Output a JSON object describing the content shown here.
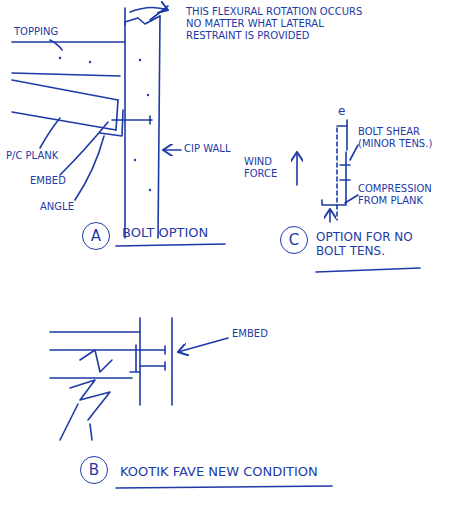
{
  "diagram": {
    "nodes": [
      {
        "text": [
          "A"
        ]
      },
      {
        "text": [
          "C"
        ]
      },
      {
        "text": [
          "B"
        ]
      }
    ],
    "labels": [
      "TOPPING",
      "THIS FLEXURAL ROTATION OCCURS NO MATTER WHAT LATERAL RESTRAINT IS PROVIDED",
      "CIP WALL",
      "P/C PLANK",
      "EMBED",
      "ANGLE",
      "BOLT OPTION",
      "e",
      "BOLT SHEAR (MINOR TENS.)",
      "WIND FORCE",
      "COMPRESSION FROM PLANK",
      "OPTION FOR NO BOLT TENS.",
      "EMBED",
      "KOOTIK FAVE NEW CONDITION"
    ]
  }
}
